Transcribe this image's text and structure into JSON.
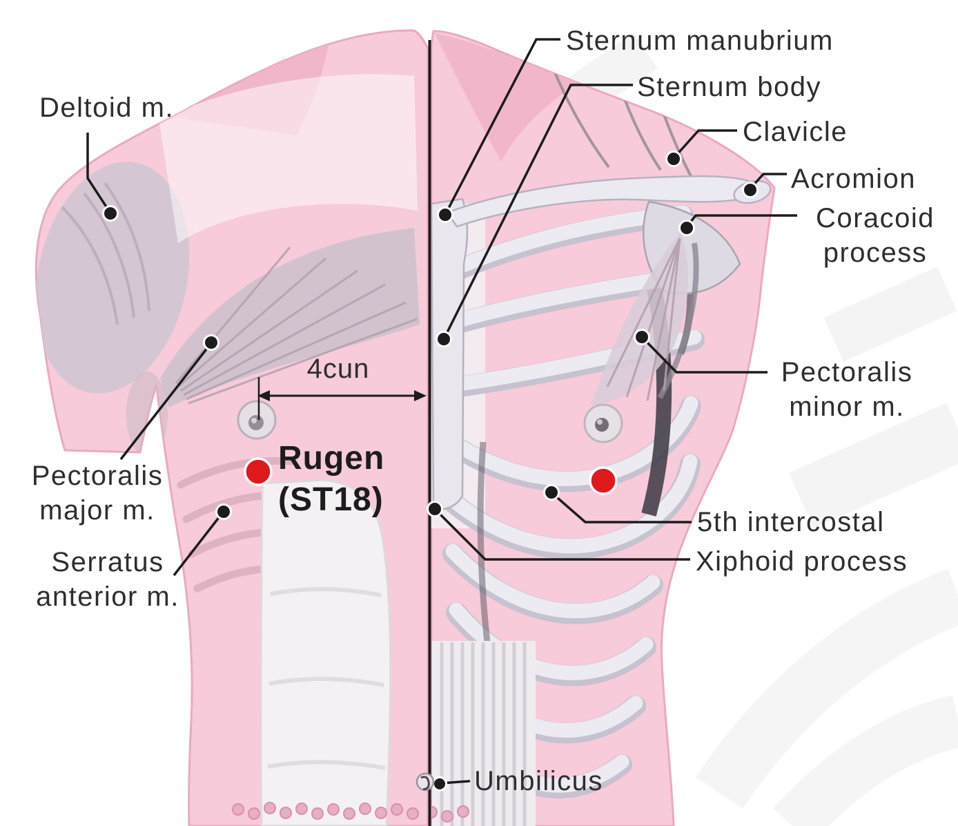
{
  "figure": {
    "title": "Rugen (ST18) acupoint anatomy diagram",
    "acupoint": {
      "name": "Rugen",
      "code": "(ST18)",
      "dot_color": "#e0191d",
      "dots_on_figure": 2
    },
    "measurement": {
      "label": "4cun"
    },
    "labels": {
      "deltoid": "Deltoid m.",
      "sternum_manubrium": "Sternum manubrium",
      "sternum_body": "Sternum body",
      "clavicle": "Clavicle",
      "acromion": "Acromion",
      "coracoid_line1": "Coracoid",
      "coracoid_line2": "process",
      "pectoralis_minor_line1": "Pectoralis",
      "pectoralis_minor_line2": "minor m.",
      "fifth_intercostal": "5th intercostal",
      "xiphoid_process": "Xiphoid process",
      "pectoralis_major_line1": "Pectoralis",
      "pectoralis_major_line2": "major m.",
      "serratus_line1": "Serratus",
      "serratus_line2": "anterior m.",
      "umbilicus": "Umbilicus"
    },
    "colors": {
      "body_pink": "#f7cbd9",
      "deep_pink": "#f1b4c8",
      "bone_light": "#ecebf2",
      "bone_shadow": "#c6c2cf",
      "leader_line": "#1c1c1c",
      "text": "#2e2e2e",
      "acupoint_red": "#e0191d",
      "watermark_gray": "#ededef"
    }
  }
}
